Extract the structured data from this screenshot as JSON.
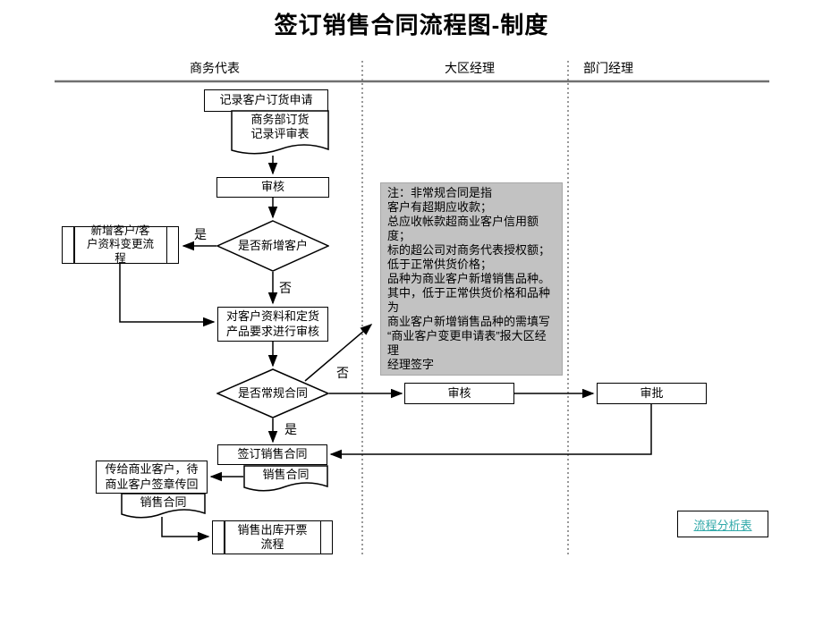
{
  "title": "签订销售合同流程图-制度",
  "lanes": [
    {
      "label": "商务代表"
    },
    {
      "label": "大区经理"
    },
    {
      "label": "部门经理"
    }
  ],
  "nodes": {
    "record_order": "记录客户订货申请",
    "order_review_doc": "商务部订货\n记录评审表",
    "review1": "审核",
    "new_customer_q": "是否新增客户",
    "new_customer_process": "新增客户/客\n户资料变更流\n程",
    "review_customer_info": "对客户资料和定货\n产品要求进行审核",
    "regular_contract_q": "是否常规合同",
    "review2": "审核",
    "approve": "审批",
    "sign_contract": "签订销售合同",
    "sales_contract_doc1": "销售合同",
    "send_to_customer": "传给商业客户，待\n商业客户签章传回",
    "sales_contract_doc2": "销售合同",
    "outbound_process": "销售出库开票\n流程"
  },
  "branch_labels": {
    "yes_new_customer": "是",
    "no_new_customer": "否",
    "no_regular_contract": "否",
    "yes_regular_contract": "是"
  },
  "note_text": "注：非常规合同是指\n客户有超期应收款；\n总应收帐款超商业客户信用额度；\n标的超公司对商务代表授权额；\n低于正常供货价格；\n品种为商业客户新增销售品种。\n其中，低于正常供货价格和品种为\n商业客户新增销售品种的需填写\n“商业客户变更申请表”报大区经理\n经理签字",
  "link": {
    "label": "流程分析表"
  },
  "colors": {
    "note_bg": "#c2c2c2",
    "link_text": "#33aaaa",
    "line": "#000000",
    "lane_rule": "#707070"
  }
}
